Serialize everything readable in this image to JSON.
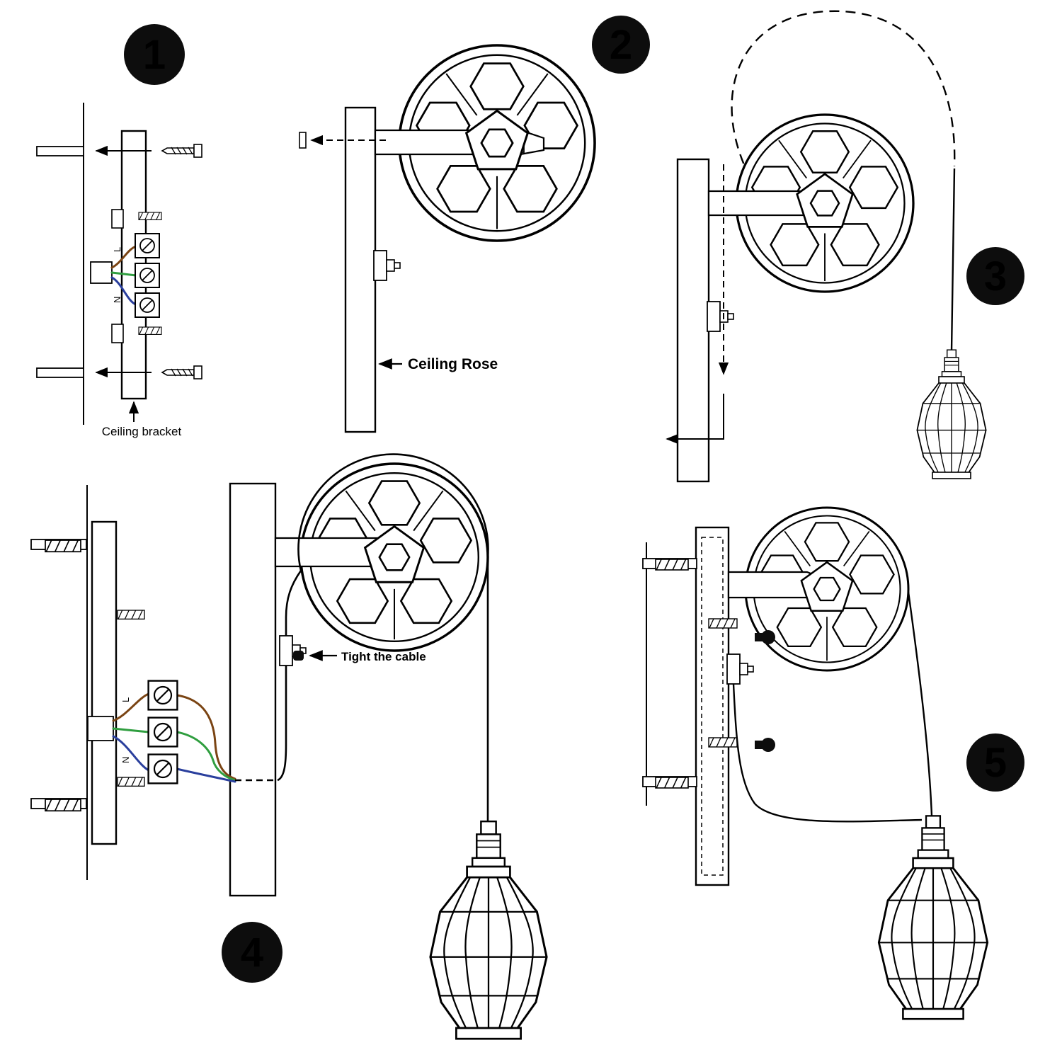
{
  "diagram": {
    "colors": {
      "line": "#000000",
      "badge": "#0d0d0d",
      "badge_text": "#ffffff",
      "wire_live": "#7a4413",
      "wire_earth": "#2f9e3f",
      "wire_neutral": "#2a3f9d"
    }
  },
  "steps": [
    {
      "number": "1"
    },
    {
      "number": "2"
    },
    {
      "number": "3"
    },
    {
      "number": "4"
    },
    {
      "number": "5"
    }
  ],
  "labels": {
    "ceiling_bracket": "Ceiling bracket",
    "ceiling_rose": "Ceiling Rose",
    "tight_the_cable": "Tight the cable",
    "live": "L",
    "neutral": "N"
  }
}
